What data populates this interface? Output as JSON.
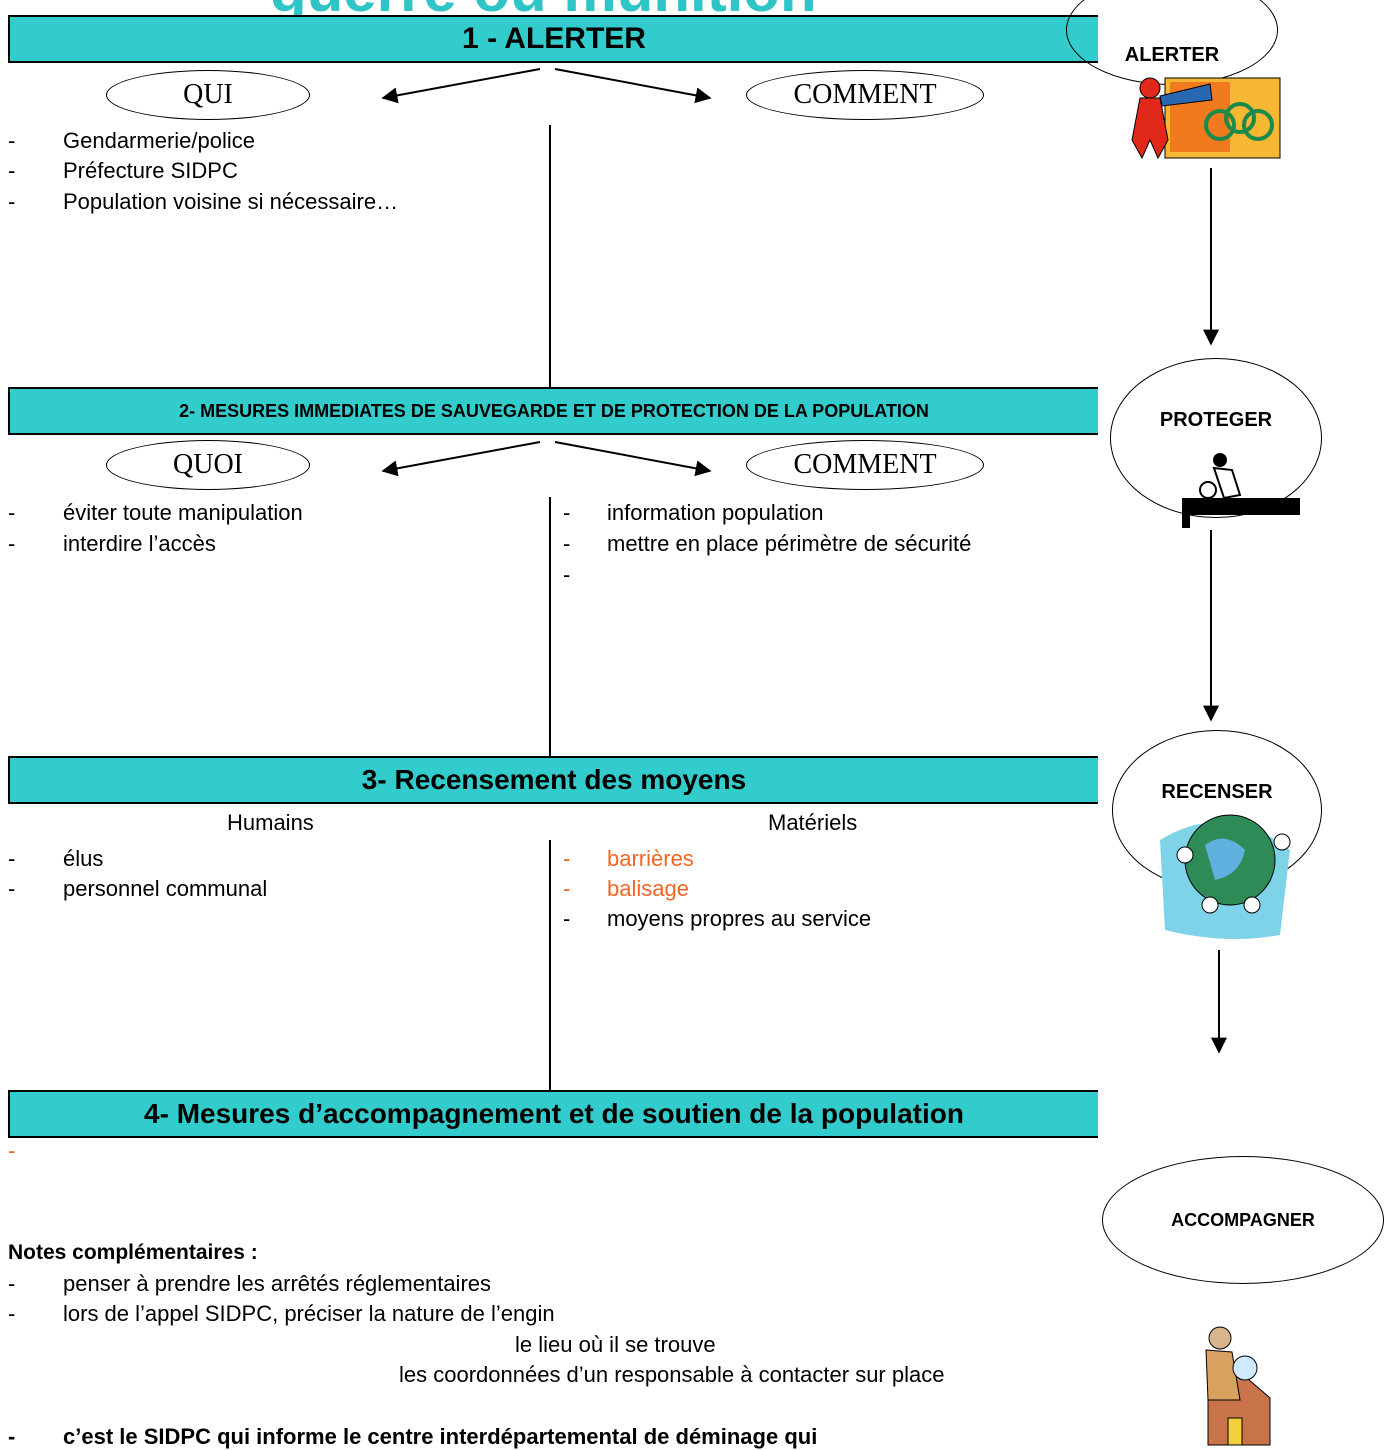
{
  "header": {
    "partial_title": "guerre ou munition"
  },
  "section1": {
    "title": "1 -  ALERTER",
    "left_label": "QUI",
    "right_label": "COMMENT",
    "left_items": [
      "Gendarmerie/police",
      "Préfecture SIDPC",
      "Population voisine si nécessaire…"
    ]
  },
  "section2": {
    "title": "2- MESURES IMMEDIATES DE SAUVEGARDE ET DE PROTECTION DE LA POPULATION",
    "left_label": "QUOI",
    "right_label": "COMMENT",
    "left_items": [
      "éviter toute manipulation",
      "interdire l’accès"
    ],
    "right_items": [
      "information population",
      "mettre en place périmètre de sécurité",
      ""
    ]
  },
  "section3": {
    "title": "3- Recensement des moyens",
    "left_heading": "Humains",
    "right_heading": "Matériels",
    "left_items": [
      "élus",
      "personnel communal"
    ],
    "right_items": [
      "barrières",
      "balisage",
      "moyens propres au service"
    ]
  },
  "section4": {
    "title": "4- Mesures d’accompagnement et de soutien de la population",
    "items": [
      ""
    ]
  },
  "notes": {
    "heading": "Notes complémentaires :",
    "item1": "penser à prendre les arrêtés réglementaires",
    "item2": "lors de l’appel SIDPC, préciser la nature de l’engin",
    "item2_line2": "le lieu où il se trouve",
    "item2_line3": "les coordonnées d’un responsable à contacter sur place",
    "item3": "c’est le SIDPC qui informe le centre interdépartemental de déminage qui"
  },
  "sidebar": {
    "steps": [
      "ALERTER",
      "PROTEGER",
      "RECENSER",
      "ACCOMPAGNER"
    ]
  },
  "colors": {
    "band": "#33cccc",
    "title": "#2fc4c6",
    "orange_text": "#f26522"
  },
  "icons": [
    "megaphone-clipart-icon",
    "protect-person-clipart-icon",
    "globe-people-clipart-icon",
    "detective-house-clipart-icon"
  ]
}
